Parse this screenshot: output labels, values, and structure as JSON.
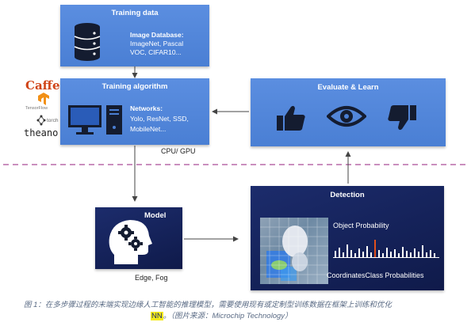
{
  "training_data": {
    "title": "Training data",
    "text_line1": "Image Database:",
    "text_line2": "ImageNet, Pascal",
    "text_line3": "VOC, CIFAR10..."
  },
  "training_algorithm": {
    "title": "Training algorithm",
    "text_line1": "Networks:",
    "text_line2": "Yolo, ResNet, SSD,",
    "text_line3": "MobileNet..."
  },
  "cpu_gpu_label": "CPU/ GPU",
  "frameworks": {
    "caffe": "Caffe",
    "tensorflow": "TensorFlow",
    "torch": "torch",
    "theano": "theano"
  },
  "evaluate": {
    "title": "Evaluate & Learn"
  },
  "model": {
    "title": "Model",
    "sub_label": "Edge, Fog"
  },
  "detection": {
    "title": "Detection",
    "object_probability": "Object Probability",
    "coordinates_class": "CoordinatesClass Probabilities"
  },
  "caption": {
    "line1": "图 1：在多步骤过程的末端实现边缘人工智能的推理模型，需要使用现有或定制型训练数据在框架上训练和优化",
    "highlight": "NN",
    "line2_rest": "。（图片来源：Microchip Technology）"
  },
  "colors": {
    "box_blue": "#4a7fd4",
    "box_dark": "#142258",
    "dashed_line": "#b86aa8",
    "bar_highlight": "#e0501c"
  }
}
